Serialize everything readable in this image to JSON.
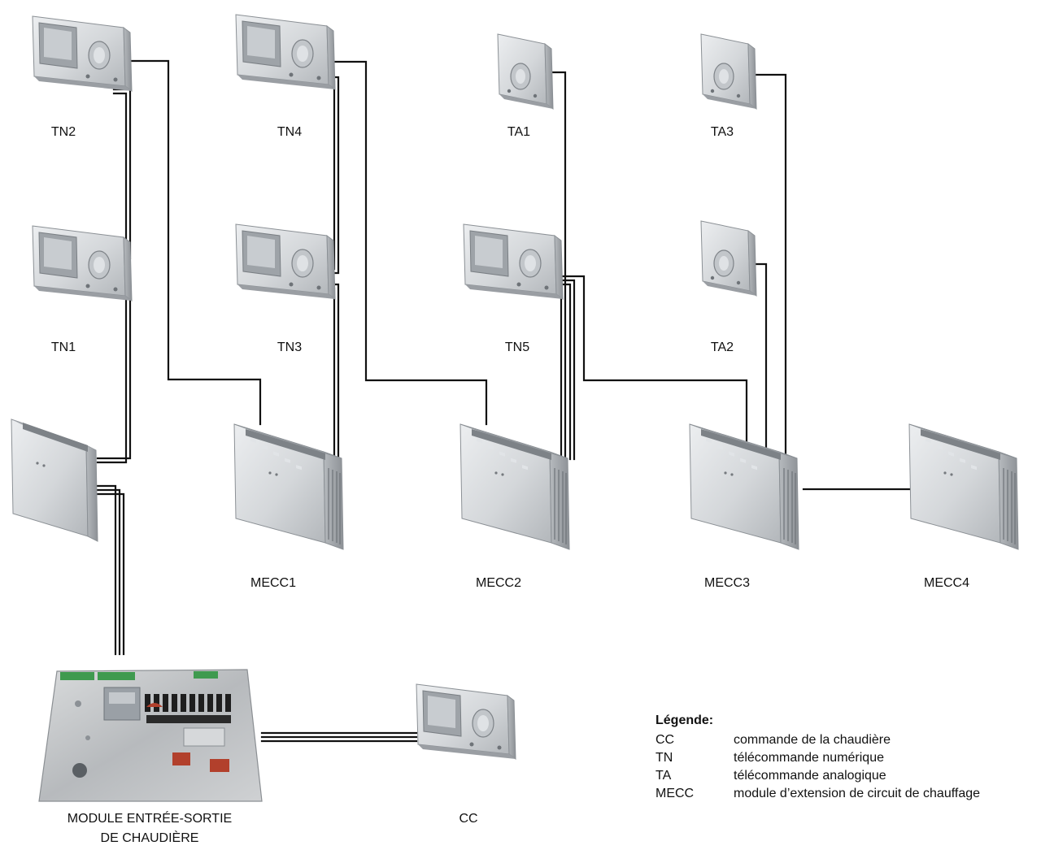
{
  "colors": {
    "device_body": "#d4d7da",
    "device_shade": "#a9adb2",
    "wire": "#111111",
    "board": "#b9bcbf",
    "terminal_green": "#3f9a4f",
    "relay_black": "#1e1e1e",
    "capacitor_red": "#b2402c"
  },
  "devices": {
    "tn2": "TN2",
    "tn1": "TN1",
    "tn4": "TN4",
    "tn3": "TN3",
    "ta1": "TA1",
    "tn5": "TN5",
    "ta3": "TA3",
    "ta2": "TA2",
    "mecc1": "MECC1",
    "mecc2": "MECC2",
    "mecc3": "MECC3",
    "mecc4": "MECC4",
    "cc": "CC",
    "module_line1": "MODULE ENTRÉE-SORTIE",
    "module_line2": "DE CHAUDIÈRE"
  },
  "legend": {
    "title": "Légende:",
    "items": [
      {
        "code": "CC",
        "description": "commande de la chaudière"
      },
      {
        "code": "TN",
        "description": "télécommande numérique"
      },
      {
        "code": "TA",
        "description": "télécommande analogique"
      },
      {
        "code": "MECC",
        "description": "module d’extension de circuit de chauffage"
      }
    ]
  }
}
